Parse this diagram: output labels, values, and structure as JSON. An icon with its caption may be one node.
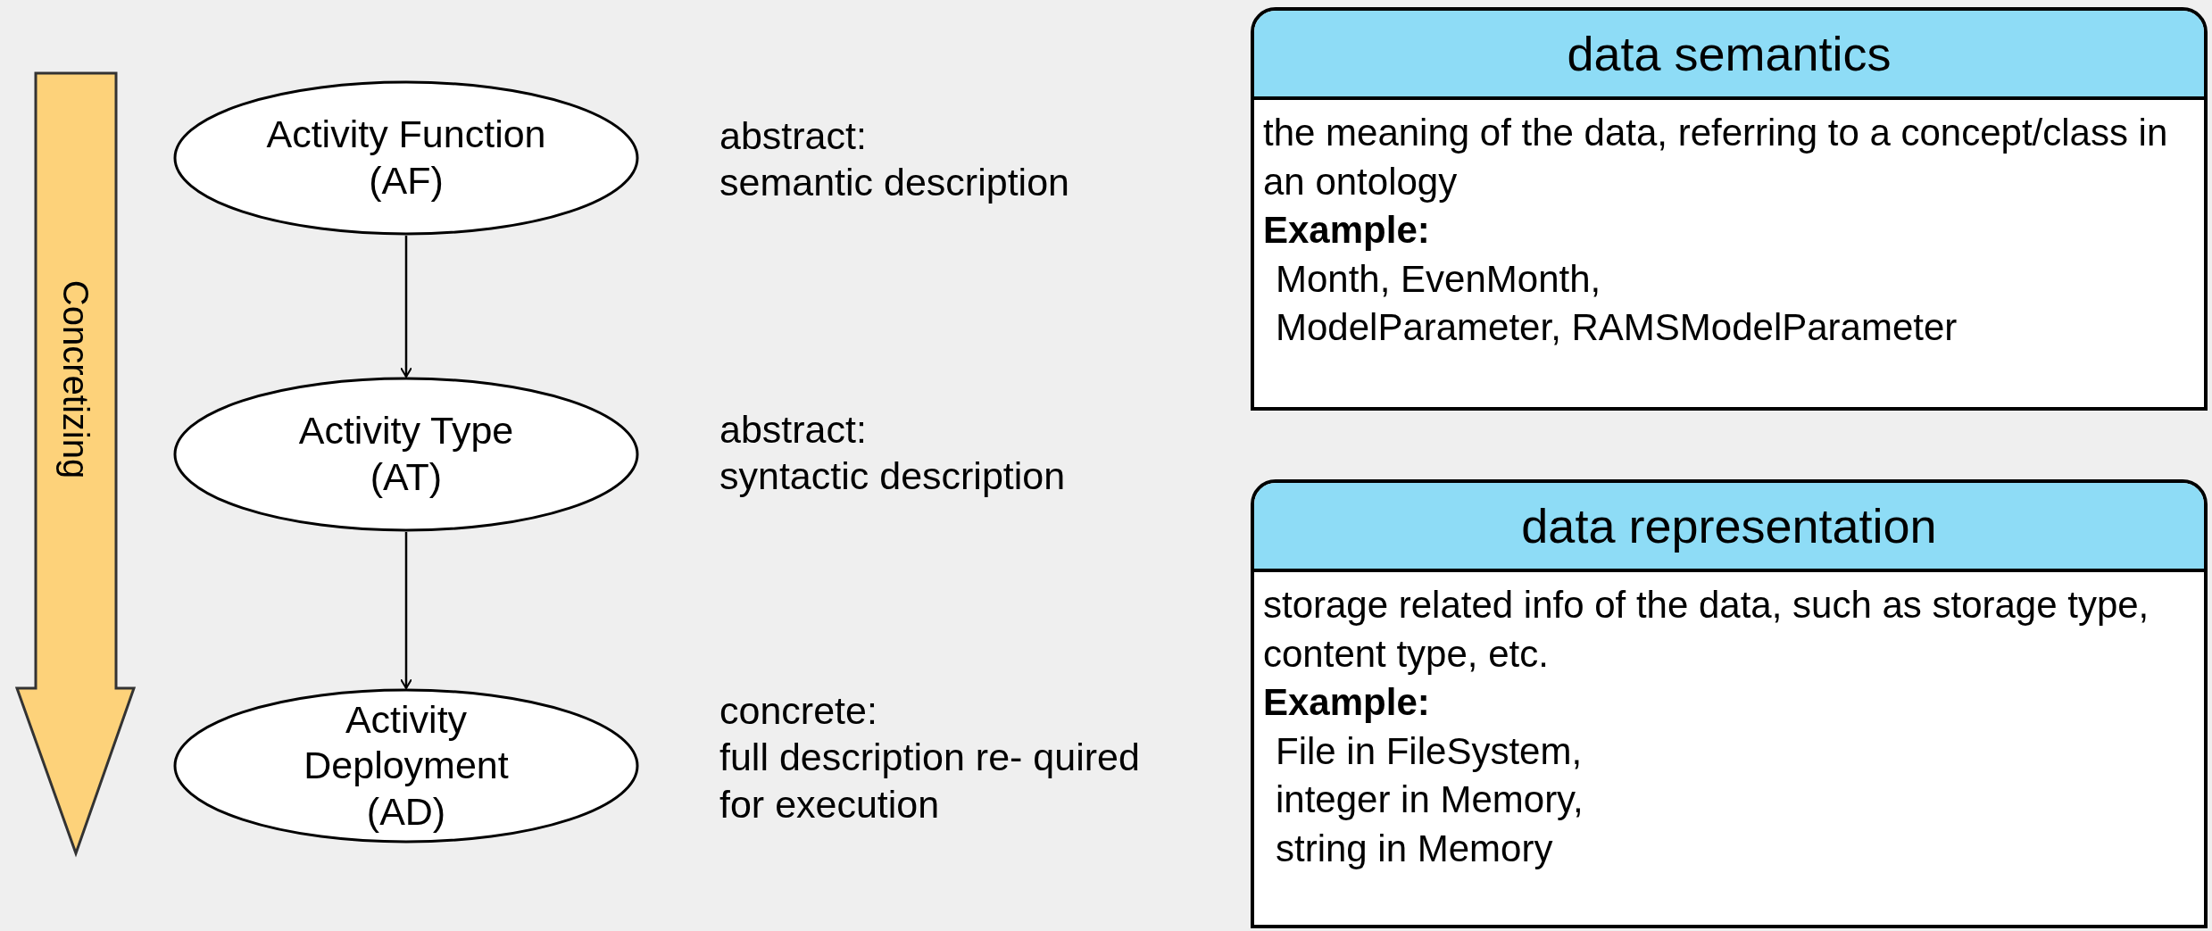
{
  "diagram": {
    "nodes": [
      {
        "text": [
          "Activity Function (AF)"
        ],
        "beside": [
          "abstract:",
          "semantic description"
        ]
      },
      {
        "text": [
          "Activity Type (AT)"
        ],
        "beside": [
          "abstract:",
          "syntactic description"
        ]
      },
      {
        "text": [
          "Activity Deployment (AD)"
        ],
        "beside": [
          "concrete:",
          "full description re- quired for execution"
        ]
      },
      {
        "text": [
          "data semantics",
          "the meaning of the data, referring to a concept/class in an ontology",
          "Example:",
          "Month, EvenMonth,",
          "ModelParameter, RAMSModelParameter"
        ]
      },
      {
        "text": [
          "data representation",
          "storage related info of the data, such as storage type, content type, etc.",
          "Example:",
          "File in FileSystem,",
          "integer in Memory,",
          "string in Memory"
        ]
      }
    ],
    "edges": [
      {
        "from": 0,
        "to": 1,
        "arrow": "to"
      },
      {
        "from": 1,
        "to": 2,
        "arrow": "to"
      }
    ],
    "labels": [
      "Concretizing"
    ]
  }
}
